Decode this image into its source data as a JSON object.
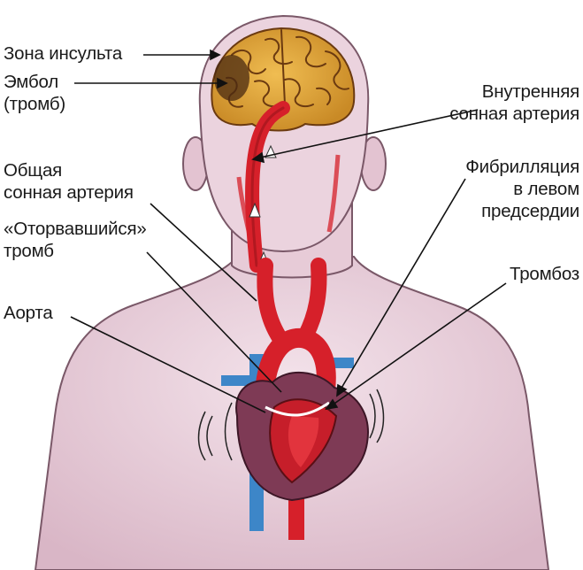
{
  "labels": {
    "stroke_zone": "Зона инсульта",
    "embolus_line1": "Эмбол",
    "embolus_line2": "(тромб)",
    "internal_carotid_line1": "Внутренняя",
    "internal_carotid_line2": "сонная артерия",
    "common_carotid_line1": "Общая",
    "common_carotid_line2": "сонная артерия",
    "fibrillation_line1": "Фибрилляция",
    "fibrillation_line2": "в левом",
    "fibrillation_line3": "предсердии",
    "detached_clot_line1": "«Оторвавшийся»",
    "detached_clot_line2": "тромб",
    "thrombosis": "Тромбоз",
    "aorta": "Аорта"
  },
  "colors": {
    "skin": "#ead2dc",
    "skin_shadow": "#c9a6b8",
    "outline": "#7a5868",
    "brain": "#e0a63a",
    "brain_fold": "#6b3a10",
    "artery": "#d6202a",
    "artery_dark": "#8c0f16",
    "vein": "#3d86c8",
    "heart": "#7e3a55",
    "arrow": "#ffffff",
    "leader": "#111111"
  }
}
